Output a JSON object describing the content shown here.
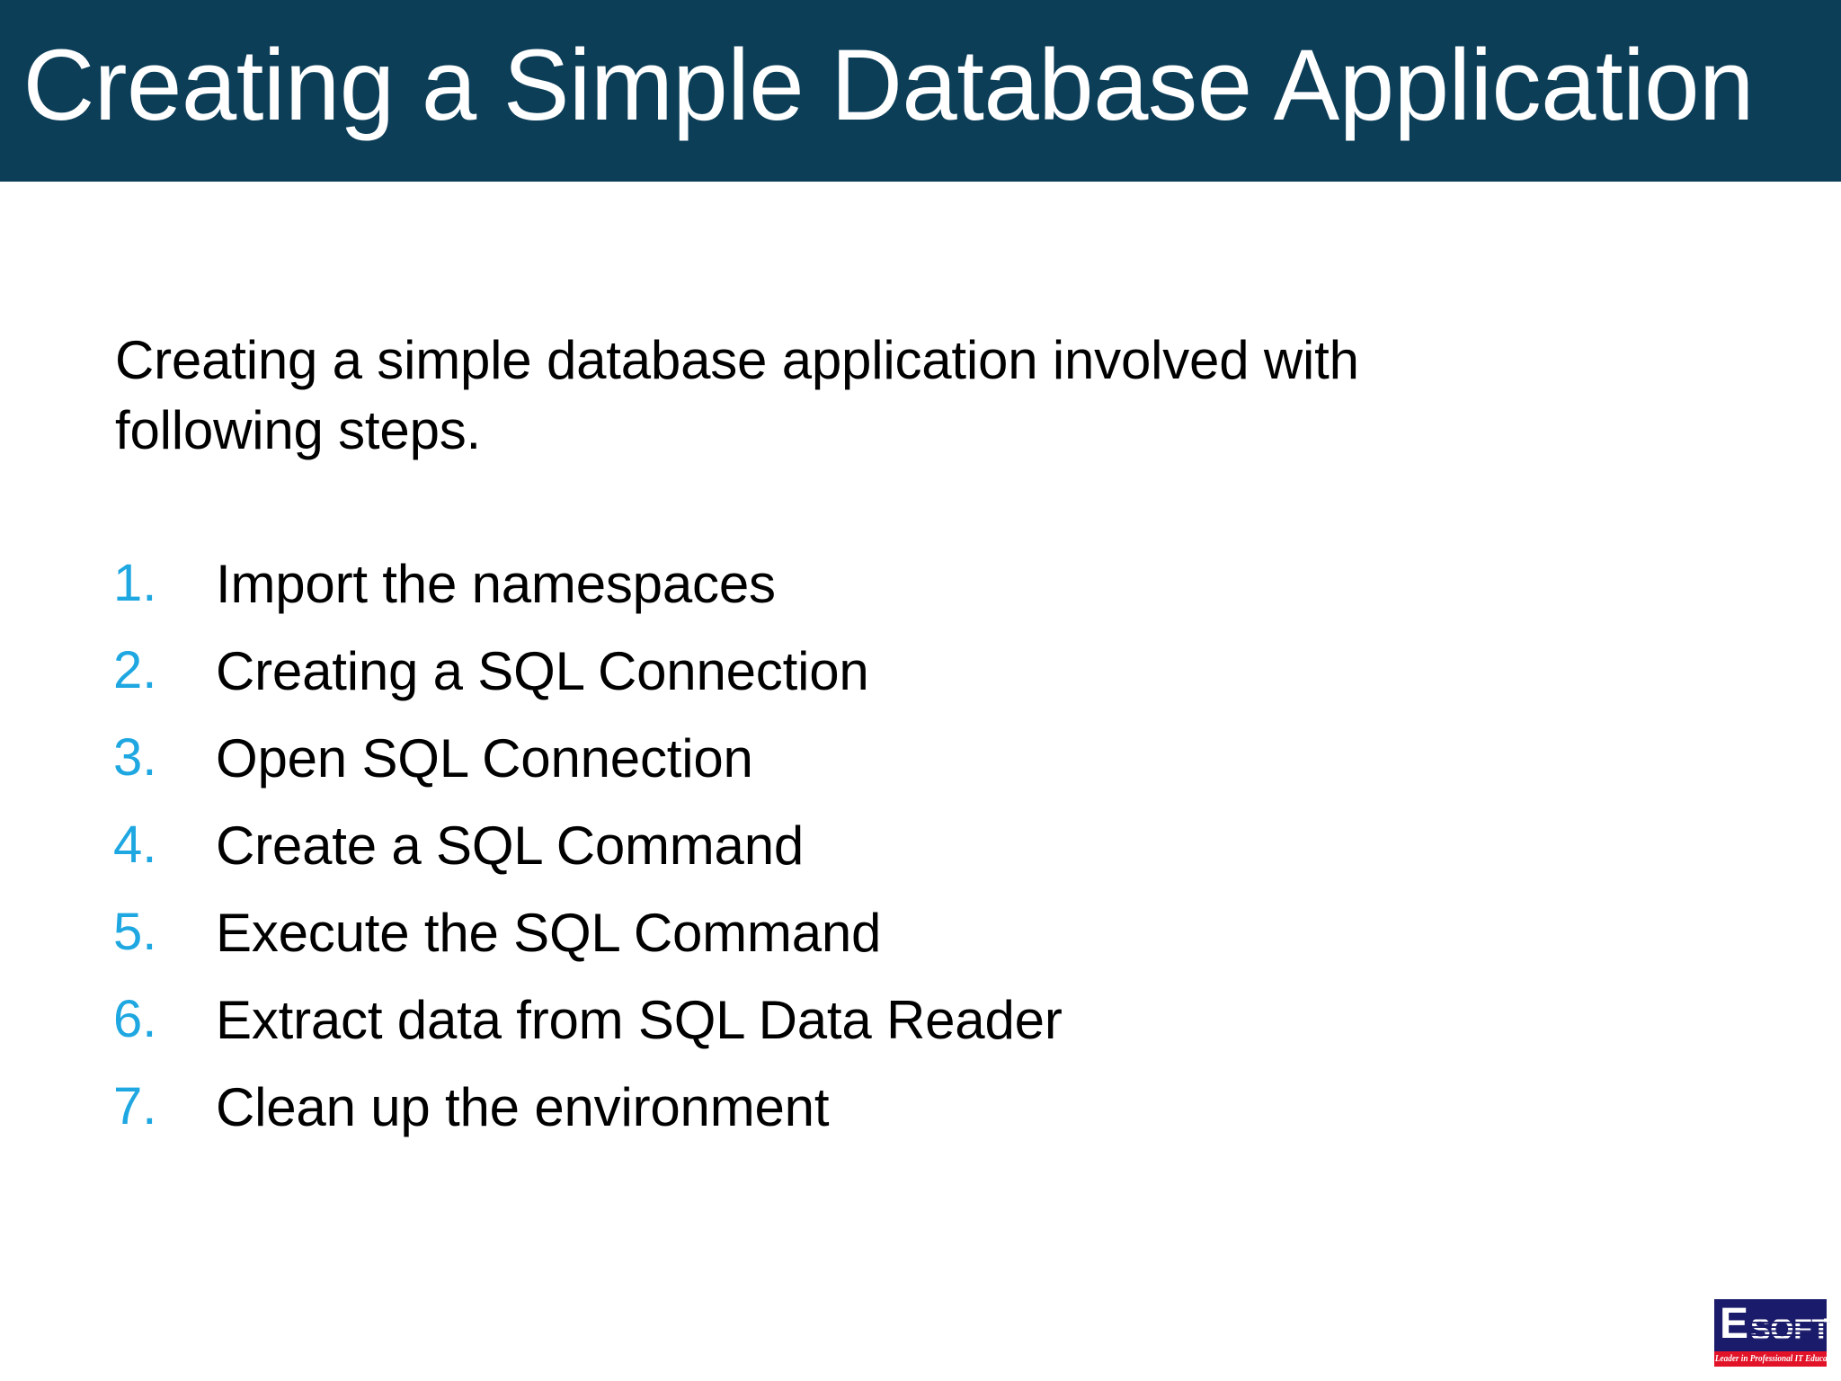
{
  "slide": {
    "title": "Creating a Simple Database Application",
    "header_bg_color": "#0C3E58",
    "body_bg_color": "#FFFFFF",
    "number_accent_color": "#1EA7E1",
    "body_text_color": "#000000",
    "title_text_color": "#FFFFFF"
  },
  "intro": {
    "line1": "Creating a simple database application involved with",
    "line2": "following steps."
  },
  "steps": [
    {
      "number": "1.",
      "label": "Import the namespaces"
    },
    {
      "number": "2.",
      "label": "Creating a SQL Connection"
    },
    {
      "number": "3.",
      "label": "Open SQL Connection"
    },
    {
      "number": "4.",
      "label": "Create a SQL Command"
    },
    {
      "number": "5.",
      "label": "Execute the SQL Command"
    },
    {
      "number": "6.",
      "label": "Extract data from SQL Data Reader"
    },
    {
      "number": "7.",
      "label": "Clean up the environment"
    }
  ],
  "logo": {
    "mark_e": "E",
    "mark_soft": "SOFT",
    "tagline": "The Leader in Professional IT Education",
    "box_color": "#1B1B6B",
    "banner_color": "#E21228"
  }
}
